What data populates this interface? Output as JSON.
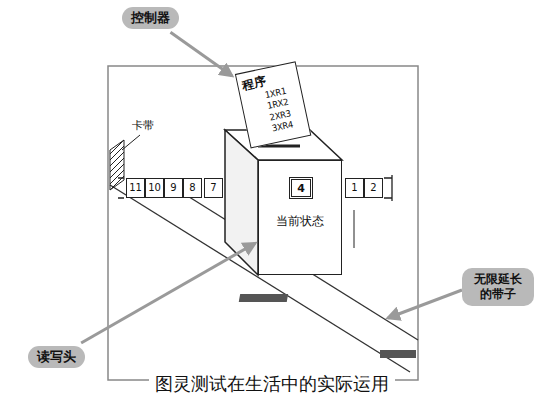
{
  "diagram": {
    "caption": "图灵测试在生活中的实际运用",
    "nodes": [
      {
        "text": [
          "控制器"
        ]
      },
      {
        "text": [
          "程序",
          "1XR1 1RX2 2XR3 3XR4"
        ]
      },
      {
        "text": [
          "当前状态"
        ]
      },
      {
        "text": [
          "4"
        ],
        "in": 2
      },
      {
        "text": [
          "11"
        ]
      },
      {
        "text": [
          "10"
        ]
      },
      {
        "text": [
          "9"
        ]
      },
      {
        "text": [
          "8"
        ]
      },
      {
        "text": [
          "7"
        ]
      },
      {
        "text": [
          "1"
        ]
      },
      {
        "text": [
          "2"
        ]
      },
      {
        "text": [
          "无限延长的带子"
        ]
      },
      {
        "text": [
          "读写头"
        ]
      }
    ],
    "edges": [
      {
        "from": 0,
        "to": 1,
        "arrow": "to"
      },
      {
        "from": 12,
        "to": 2,
        "arrow": "to"
      }
    ],
    "labels": [
      "卡带"
    ]
  }
}
